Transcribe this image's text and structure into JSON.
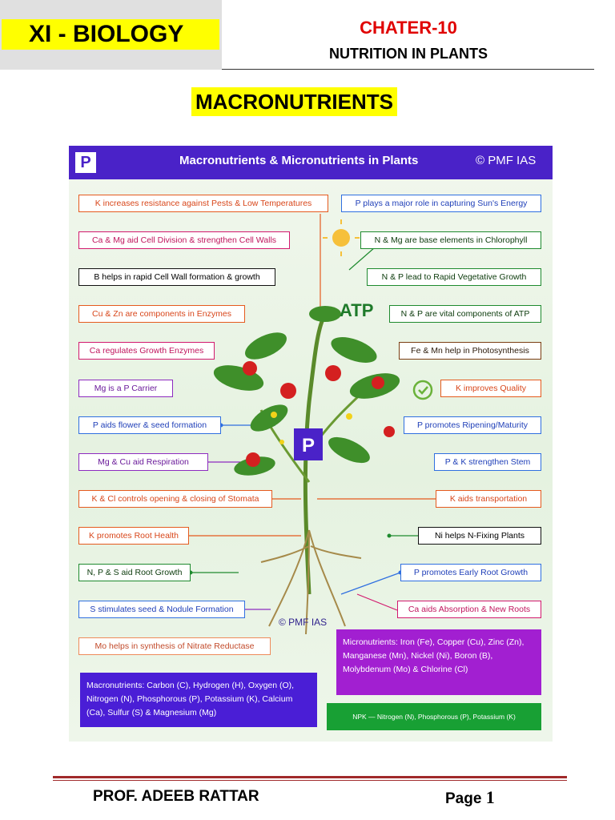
{
  "header": {
    "title": "XI - BIOLOGY",
    "chapter": "CHATER-10",
    "subtitle": "NUTRITION IN PLANTS",
    "section": "MACRONUTRIENTS"
  },
  "infographic": {
    "logo": "P",
    "title": "Macronutrients & Micronutrients in Plants",
    "copyright": "© PMF IAS",
    "watermark": "© PMF IAS",
    "left_facts": [
      "K increases resistance against Pests & Low Temperatures",
      "Ca & Mg aid Cell Division & strengthen Cell Walls",
      "B helps in rapid Cell Wall formation & growth",
      "Cu & Zn are components in Enzymes",
      "Ca regulates Growth Enzymes",
      "Mg is a P Carrier",
      "P aids flower & seed formation",
      "Mg & Cu aid Respiration",
      "K & Cl controls opening & closing of Stomata",
      "K promotes Root Health",
      "N,  P & S aid Root Growth",
      "S stimulates seed & Nodule Formation",
      "Mo helps in synthesis of Nitrate Reductase"
    ],
    "right_facts": [
      "P plays a major role in capturing Sun's Energy",
      "N & Mg are base elements in Chlorophyll",
      "N & P lead to Rapid Vegetative Growth",
      "N & P are vital components of ATP",
      "Fe & Mn help in Photosynthesis",
      "K improves Quality",
      "P promotes Ripening/Maturity",
      "P & K strengthen Stem",
      "K aids transportation",
      "Ni helps N-Fixing Plants",
      "P promotes Early Root Growth",
      "Ca aids Absorption & New Roots"
    ],
    "atp_label": "ATP",
    "micronutrients": "Micronutrients: Iron (Fe), Copper (Cu), Zinc (Zn), Manganese (Mn), Nickel (Ni), Boron (B), Molybdenum (Mo) & Chlorine (Cl)",
    "macronutrients": "Macronutrients: Carbon (C), Hydrogen (H), Oxygen (O), Nitrogen (N), Phosphorous (P), Potassium (K), Calcium (Ca), Sulfur (S) & Magnesium (Mg)",
    "npk": "NPK — Nitrogen (N), Phosphorous (P), Potassium (K)"
  },
  "footer": {
    "author": "PROF. ADEEB RATTAR",
    "page_label": "Page",
    "page_number": "1"
  }
}
